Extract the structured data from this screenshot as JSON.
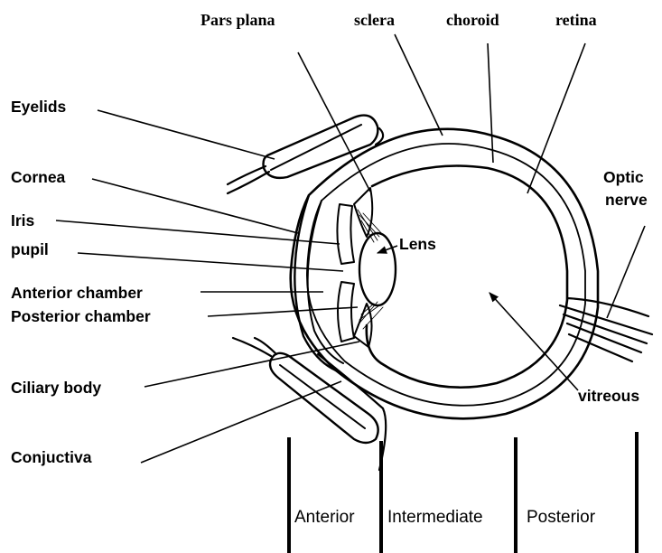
{
  "labels": {
    "pars_plana": "Pars plana",
    "sclera": "sclera",
    "choroid": "choroid",
    "retina": "retina",
    "eyelids": "Eyelids",
    "cornea": "Cornea",
    "iris": "Iris",
    "pupil": "pupil",
    "anterior_chamber": "Anterior chamber",
    "posterior_chamber": "Posterior chamber",
    "ciliary_body": "Ciliary body",
    "conjuctiva": "Conjuctiva",
    "lens": "Lens",
    "optic_nerve_line1": "Optic",
    "optic_nerve_line2": "nerve",
    "vitreous": "vitreous"
  },
  "regions": {
    "anterior": "Anterior",
    "intermediate": "Intermediate",
    "posterior": "Posterior"
  }
}
